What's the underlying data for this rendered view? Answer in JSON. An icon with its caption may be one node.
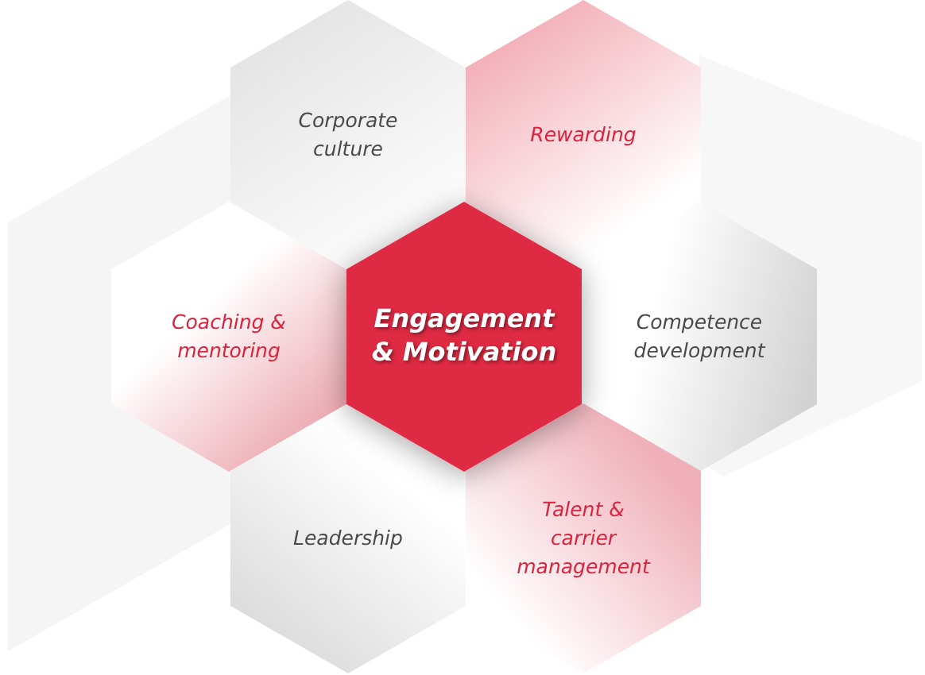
{
  "diagram": {
    "nodes": [
      {
        "text": [
          "Engagement & Motivation"
        ]
      },
      {
        "text": [
          "Corporate culture"
        ]
      },
      {
        "text": [
          "Rewarding"
        ]
      },
      {
        "text": [
          "Coaching & mentoring"
        ]
      },
      {
        "text": [
          "Competence development"
        ]
      },
      {
        "text": [
          "Leadership"
        ]
      },
      {
        "text": [
          "Talent & carrier management"
        ]
      }
    ]
  }
}
